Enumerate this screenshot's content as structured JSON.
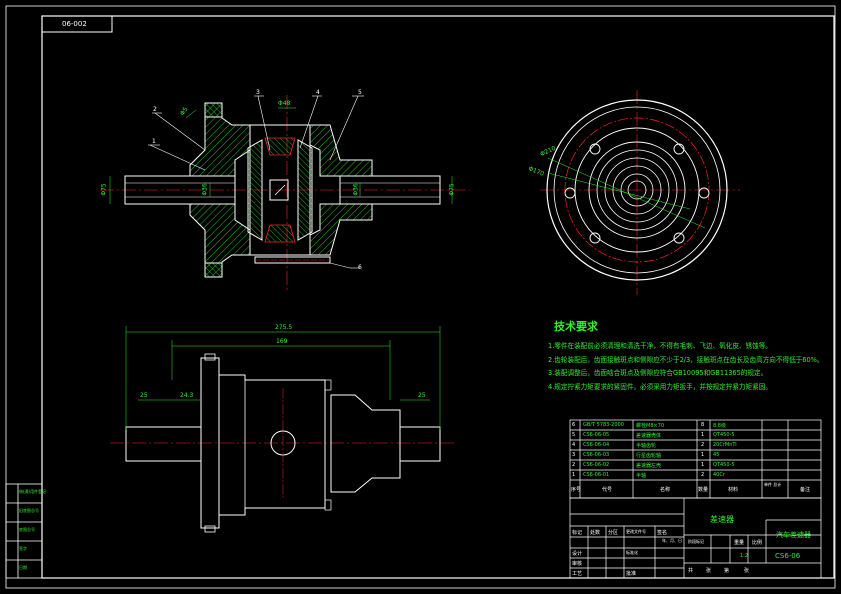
{
  "drawing": {
    "sheet_code": "06-002",
    "tech_req_title": "技术要求",
    "tech_req_lines": [
      "1.零件在装配前必须清理和清洗干净，不得有毛刺、飞边、氧化皮、锈蚀等。",
      "2.齿轮装配后，齿面接触斑点和侧隙应不少于2/3，接触斑点在齿长及齿高方向不得低于60%。",
      "3.装配调整后，齿面啮合斑点及侧隙应符合GB10095和GB11365的规定。",
      "4.规定拧紧力矩要求的紧固件，必须采用力矩扳手，并按规定拧紧力矩紧固。"
    ],
    "callouts": [
      "1",
      "2",
      "3",
      "4",
      "5",
      "6"
    ],
    "dims": {
      "overall_length": "275.5",
      "inner_length": "169",
      "left_shaft": "25",
      "left_step": "24.3",
      "right_shaft": "25",
      "bore_left": "Φ75",
      "bore_left2": "Φ36",
      "bore_right": "Φ36",
      "bore_right2": "Φ75",
      "gear_w": "Φ48",
      "flange": "Φ170",
      "bolt_circle": "Φ210",
      "top_left": "Φ5"
    },
    "bom_rows": [
      {
        "no": "6",
        "code": "GB/T 5783-2000",
        "name": "螺栓M8×70",
        "qty": "8",
        "mat": "8.8级"
      },
      {
        "no": "5",
        "code": "CS6-06-05",
        "name": "差速器壳体",
        "qty": "1",
        "mat": "QT450-5"
      },
      {
        "no": "4",
        "code": "CS6-06-04",
        "name": "半轴齿轮",
        "qty": "2",
        "mat": "20CrMnTi"
      },
      {
        "no": "3",
        "code": "CS6-06-03",
        "name": "行星齿轮轴",
        "qty": "1",
        "mat": "45"
      },
      {
        "no": "2",
        "code": "CS6-06-02",
        "name": "差速器左壳",
        "qty": "1",
        "mat": "QT450-5"
      },
      {
        "no": "1",
        "code": "CS6-06-01",
        "name": "半轴",
        "qty": "2",
        "mat": "40Cr"
      }
    ],
    "bom_header": [
      "序号",
      "代号",
      "名称",
      "数量",
      "材料",
      "单件 总计",
      "备注"
    ],
    "title_block": {
      "part_name": "差速器",
      "company": "汽车差速器",
      "drawing_no": "CS6-06",
      "scale": "1:2",
      "labels": [
        "标记",
        "处数",
        "分区",
        "更改文件号",
        "签名",
        "年、月、日",
        "设计",
        "标准化",
        "阶段标记",
        "重量",
        "比例",
        "审核",
        "工艺",
        "批准",
        "共",
        "张",
        "第",
        "张"
      ]
    },
    "left_strip": [
      "借(通)用件登记",
      "旧底图总号",
      "底图总号",
      "签字",
      "日期"
    ],
    "colors": {
      "outline": "#ffffff",
      "hatch": "#2ef02e",
      "center": "#ff2020",
      "dim": "#2ef02e",
      "part": "#ffe000",
      "accent": "#ff00ff"
    }
  }
}
